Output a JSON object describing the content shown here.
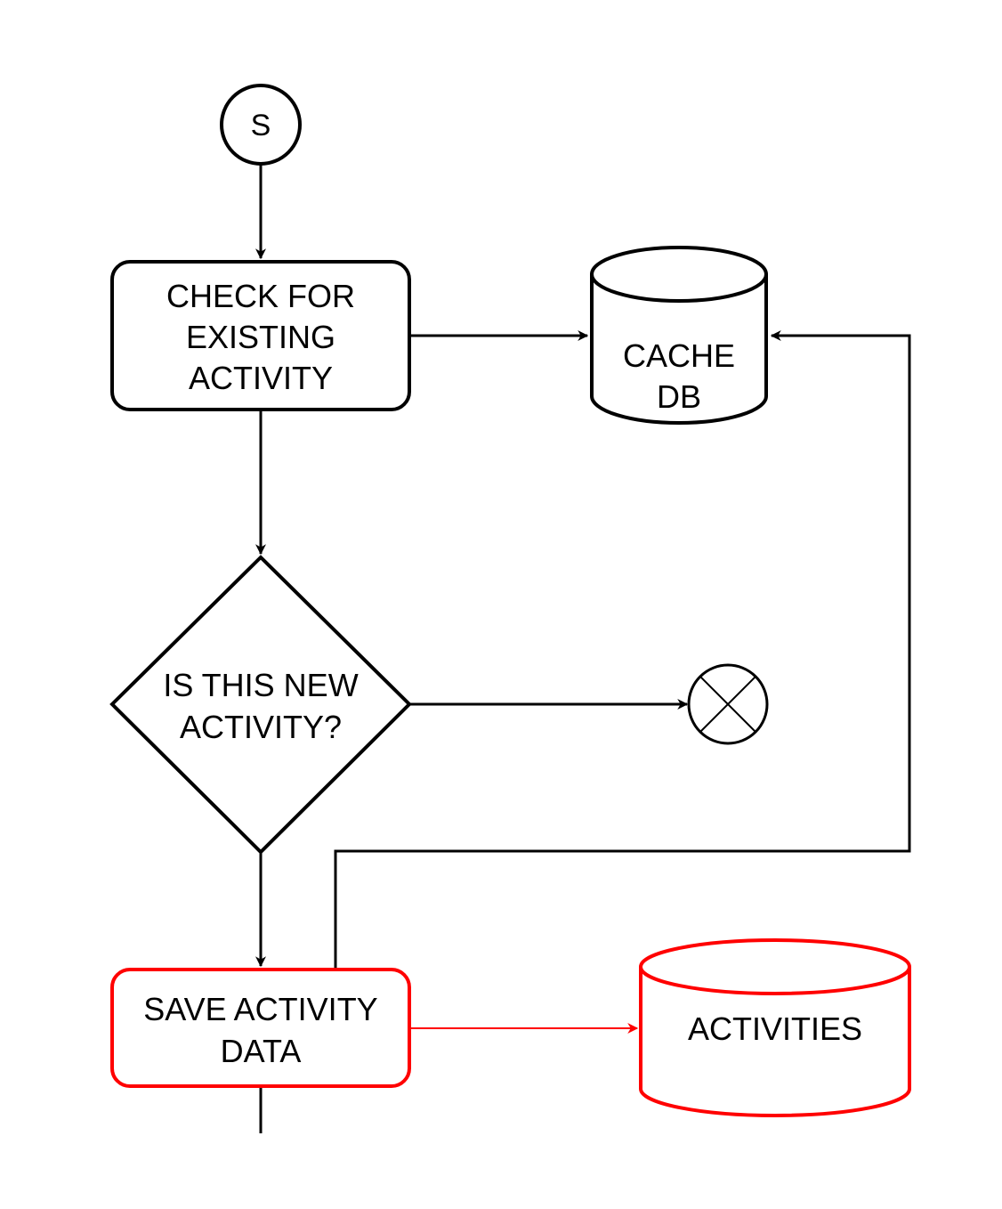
{
  "diagram": {
    "colors": {
      "default": "#000000",
      "highlight": "#ff0000"
    },
    "start": {
      "label": "S"
    },
    "check": {
      "line1": "CHECK FOR",
      "line2": "EXISTING",
      "line3": "ACTIVITY"
    },
    "cache_db": {
      "line1": "CACHE",
      "line2": "DB"
    },
    "decision": {
      "line1": "IS THIS NEW",
      "line2": "ACTIVITY?"
    },
    "end_symbol": {
      "icon": "terminate-x-icon"
    },
    "save": {
      "line1": "SAVE ACTIVITY",
      "line2": "DATA"
    },
    "activities_db": {
      "line1": "ACTIVITIES"
    }
  }
}
